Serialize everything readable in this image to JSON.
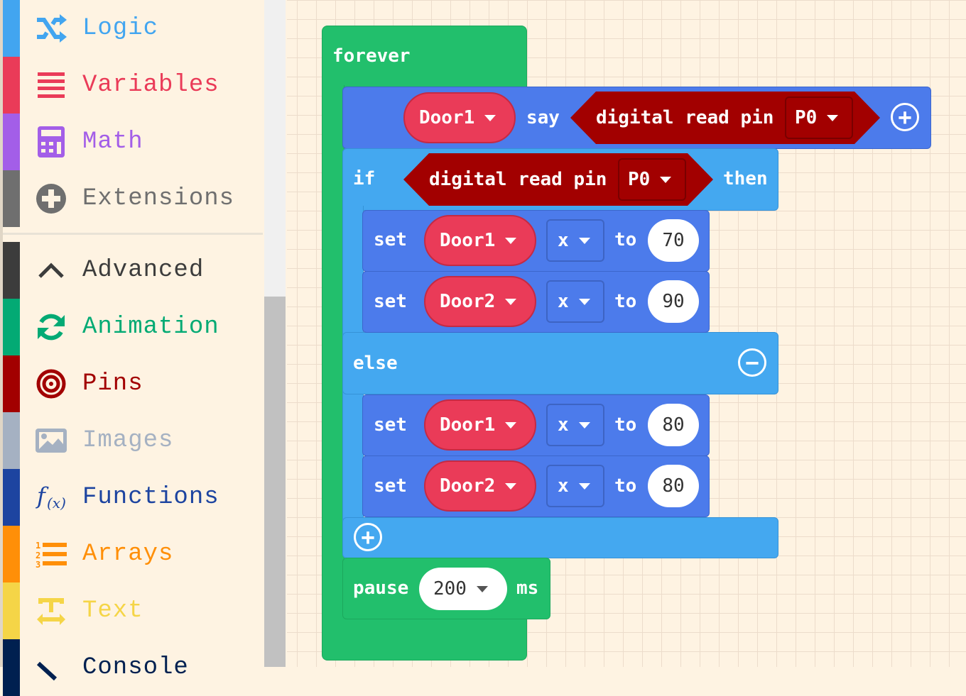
{
  "sidebar": {
    "categories": [
      {
        "label": "Logic",
        "icon": "shuffle-icon",
        "color": "#42a5f0"
      },
      {
        "label": "Variables",
        "icon": "list-icon",
        "color": "#ea3b58"
      },
      {
        "label": "Math",
        "icon": "calculator-icon",
        "color": "#a35ee8"
      },
      {
        "label": "Extensions",
        "icon": "plus-circle-icon",
        "color": "#6f6f6f"
      },
      {
        "label": "Advanced",
        "icon": "chevron-up-icon",
        "color": "#3c3c3c"
      },
      {
        "label": "Animation",
        "icon": "refresh-icon",
        "color": "#03aa74"
      },
      {
        "label": "Pins",
        "icon": "target-icon",
        "color": "#a20000"
      },
      {
        "label": "Images",
        "icon": "image-icon",
        "color": "#a5b1c2"
      },
      {
        "label": "Functions",
        "icon": "function-icon",
        "color": "#1d44a0"
      },
      {
        "label": "Arrays",
        "icon": "numbered-list-icon",
        "color": "#ff8f08"
      },
      {
        "label": "Text",
        "icon": "text-icon",
        "color": "#f5d547"
      },
      {
        "label": "Console",
        "icon": "terminal-icon",
        "color": "#002050"
      }
    ]
  },
  "blocks": {
    "forever": "forever",
    "say": {
      "var": "Door1",
      "keyword": "say",
      "read": "digital read pin",
      "pin": "P0"
    },
    "if": {
      "keyword": "if",
      "read": "digital read pin",
      "pin": "P0",
      "then": "then",
      "else": "else"
    },
    "sets": [
      {
        "keyword": "set",
        "var": "Door1",
        "prop": "x",
        "to": "to",
        "value": "70"
      },
      {
        "keyword": "set",
        "var": "Door2",
        "prop": "x",
        "to": "to",
        "value": "90"
      },
      {
        "keyword": "set",
        "var": "Door1",
        "prop": "x",
        "to": "to",
        "value": "80"
      },
      {
        "keyword": "set",
        "var": "Door2",
        "prop": "x",
        "to": "to",
        "value": "80"
      }
    ],
    "pause": {
      "keyword": "pause",
      "value": "200",
      "unit": "ms"
    }
  }
}
